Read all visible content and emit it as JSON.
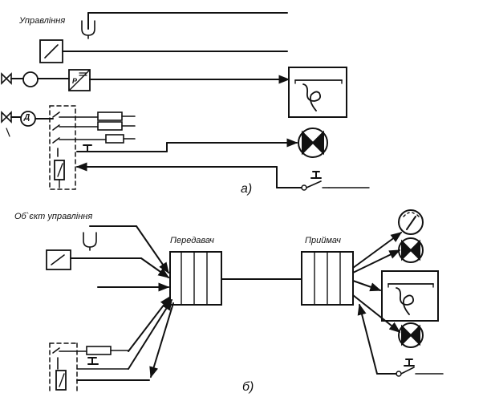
{
  "labels": {
    "top_control": "Управління",
    "control_object": "Об`єкт управління",
    "transmitter": "Передавач",
    "receiver": "Приймач",
    "part_a": "а)",
    "part_b": "б)"
  },
  "symbols": {
    "motor": "Д",
    "pressure": "P"
  },
  "colors": {
    "ink": "#111111",
    "paper": "#ffffff"
  }
}
